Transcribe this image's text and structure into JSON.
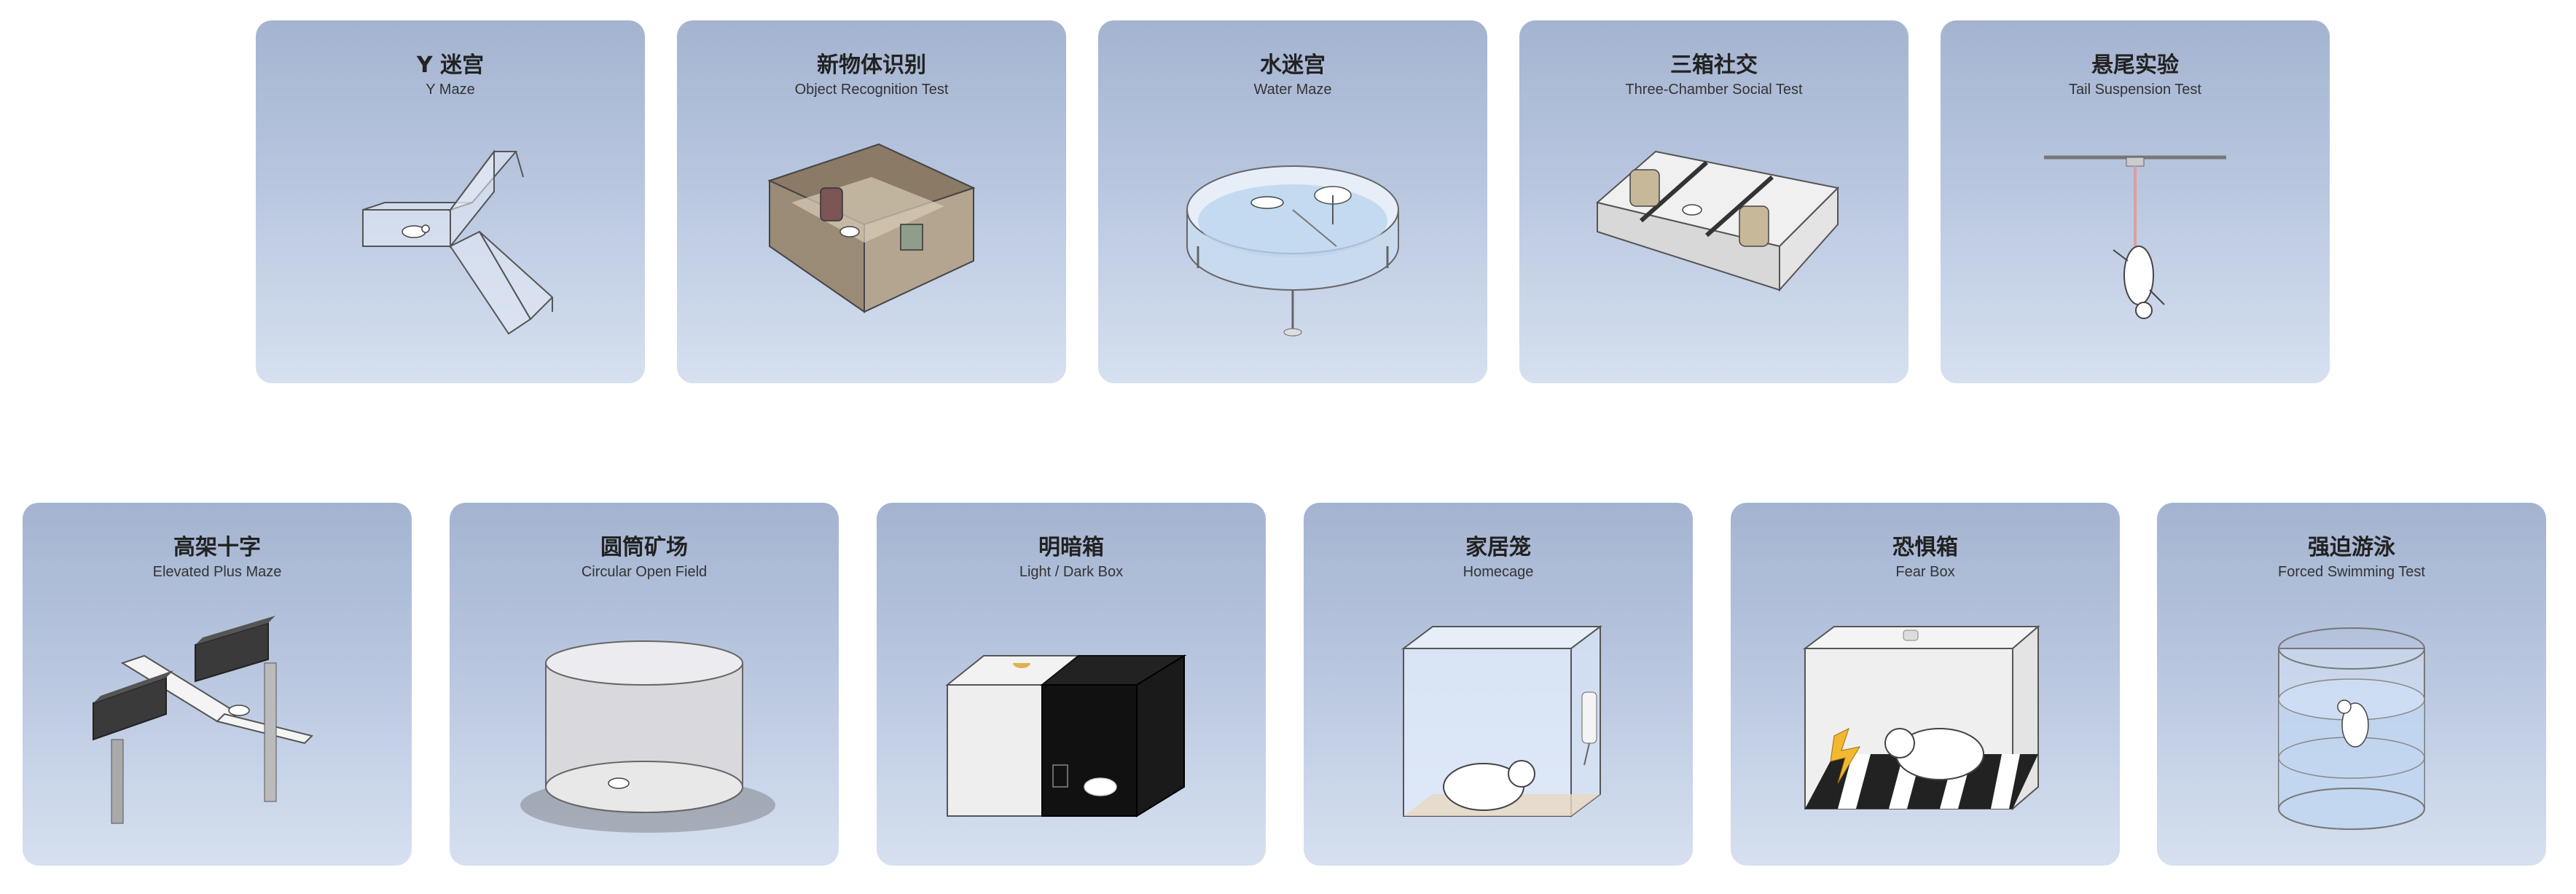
{
  "cards": [
    {
      "title": "Y 迷宫",
      "subtitle": "Y Maze",
      "icon": "y-maze-icon"
    },
    {
      "title": "新物体识别",
      "subtitle": "Object Recognition Test",
      "icon": "object-recognition-box-icon"
    },
    {
      "title": "水迷宫",
      "subtitle": "Water Maze",
      "icon": "water-maze-pool-icon"
    },
    {
      "title": "三箱社交",
      "subtitle": "Three-Chamber Social Test",
      "icon": "three-chamber-box-icon"
    },
    {
      "title": "悬尾实验",
      "subtitle": "Tail Suspension Test",
      "icon": "tail-suspension-icon"
    },
    {
      "title": "高架十字",
      "subtitle": "Elevated Plus Maze",
      "icon": "elevated-plus-maze-icon"
    },
    {
      "title": "圆筒矿场",
      "subtitle": "Circular Open Field",
      "icon": "circular-open-field-icon"
    },
    {
      "title": "明暗箱",
      "subtitle": "Light / Dark Box",
      "icon": "light-dark-box-icon"
    },
    {
      "title": "家居笼",
      "subtitle": "Homecage",
      "icon": "homecage-icon"
    },
    {
      "title": "恐惧箱",
      "subtitle": "Fear Box",
      "icon": "fear-box-icon"
    },
    {
      "title": "强迫游泳",
      "subtitle": "Forced Swimming Test",
      "icon": "forced-swim-cylinder-icon"
    }
  ],
  "colors": {
    "card_top": "#a4b4d0",
    "card_bottom": "#d6e0f0",
    "title_text": "#222222",
    "subtitle_text": "#333333"
  }
}
